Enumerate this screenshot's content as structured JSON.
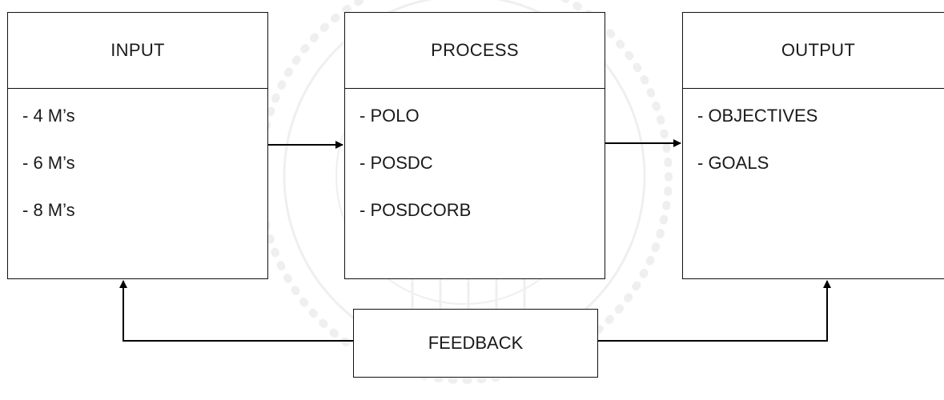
{
  "diagram": {
    "boxes": [
      {
        "id": "input",
        "title": "INPUT",
        "items": [
          "- 4 M’s",
          "- 6 M’s",
          "- 8 M’s"
        ]
      },
      {
        "id": "process",
        "title": "PROCESS",
        "items": [
          "- POLO",
          "- POSDC",
          "- POSDCORB"
        ]
      },
      {
        "id": "output",
        "title": "OUTPUT",
        "items": [
          "- OBJECTIVES",
          "- GOALS"
        ]
      }
    ],
    "feedback": {
      "label": "FEEDBACK"
    },
    "edges": [
      {
        "from": "input",
        "to": "process"
      },
      {
        "from": "process",
        "to": "output"
      },
      {
        "from": "feedback",
        "to": "input"
      },
      {
        "from": "feedback",
        "to": "output"
      }
    ]
  }
}
